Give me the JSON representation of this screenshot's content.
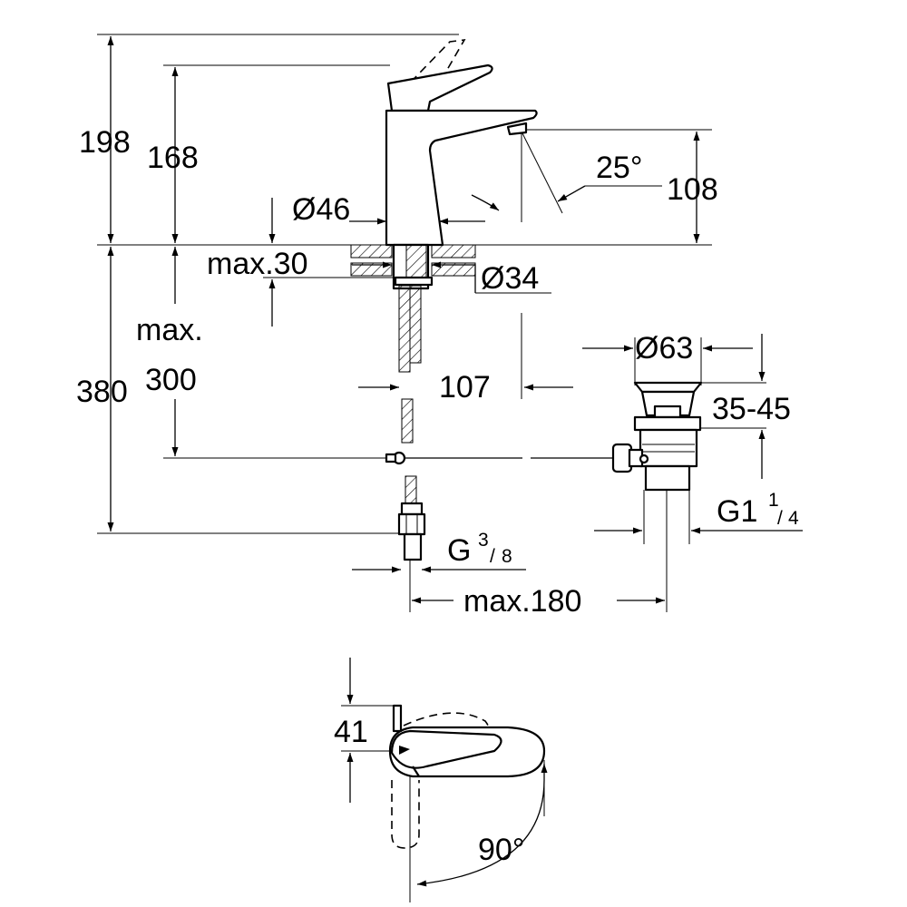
{
  "dimensions": {
    "total_height": "198",
    "spout_height": "168",
    "outlet_height": "108",
    "spout_angle": "25°",
    "base_diameter": "Ø46",
    "hole_diameter": "Ø34",
    "max_thickness": "max.30",
    "max_label": "max.",
    "supply_depth": "300",
    "total_depth": "380",
    "outlet_projection": "107",
    "drain_diameter": "Ø63",
    "plug_range": "35-45",
    "waste_thread_main": "G1",
    "waste_thread_num": "1",
    "waste_thread_den": "4",
    "supply_thread_main": "G",
    "supply_thread_num": "3",
    "supply_thread_den": "8",
    "max_reach": "max.180",
    "handle_offset": "41",
    "rotation_angle": "90°"
  }
}
